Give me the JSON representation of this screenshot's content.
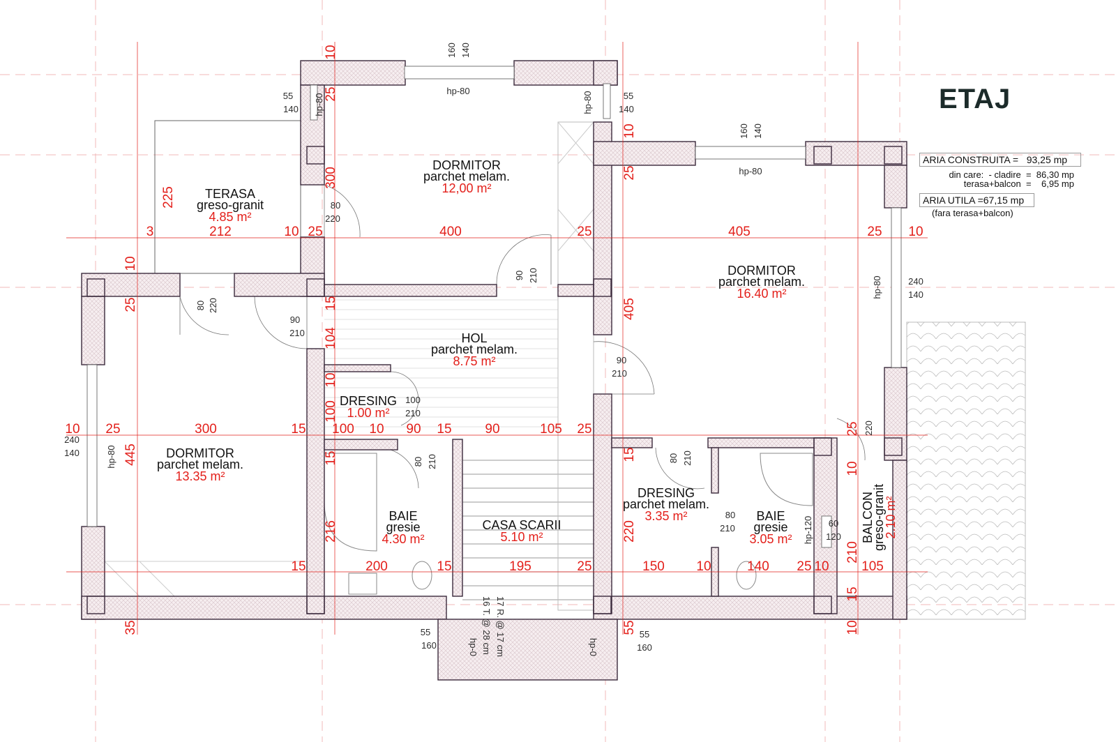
{
  "title": "ETAJ",
  "area_summary": {
    "built_area": "ARIA CONSTRUITA =   93,25 mp",
    "of_which_building": "din care:  - cladire  =  86,30 mp",
    "of_which_terrace": "terasa+balcon  =    6,95 mp",
    "usable_area": "ARIA UTILA =67,15 mp",
    "usable_note": "(fara terasa+balcon)"
  },
  "rooms": [
    {
      "name": "TERASA",
      "finish": "greso-granit",
      "area": "4.85 m²"
    },
    {
      "name": "DORMITOR",
      "finish": "parchet melam.",
      "area": "12,00 m²"
    },
    {
      "name": "DORMITOR",
      "finish": "parchet melam.",
      "area": "16.40 m²"
    },
    {
      "name": "HOL",
      "finish": "parchet melam.",
      "area": "8.75 m²"
    },
    {
      "name": "DRESING",
      "finish": "",
      "area": "1.00 m²"
    },
    {
      "name": "DORMITOR",
      "finish": "parchet melam.",
      "area": "13.35 m²"
    },
    {
      "name": "BAIE",
      "finish": "gresie",
      "area": "4.30 m²"
    },
    {
      "name": "CASA SCARII",
      "finish": "",
      "area": "5.10 m²"
    },
    {
      "name": "DRESING",
      "finish": "parchet melam.",
      "area": "3.35 m²"
    },
    {
      "name": "BAIE",
      "finish": "gresie",
      "area": "3.05 m²"
    },
    {
      "name": "BALCON",
      "finish": "greso-granit",
      "area": "2.10 m²"
    }
  ],
  "dimensions": [
    "3",
    "212",
    "10",
    "25",
    "400",
    "25",
    "405",
    "25",
    "10",
    "10",
    "25",
    "300",
    "15",
    "100",
    "10",
    "90",
    "15",
    "90",
    "105",
    "25",
    "15",
    "200",
    "15",
    "195",
    "25",
    "150",
    "10",
    "140",
    "25",
    "10",
    "105",
    "10",
    "25",
    "300",
    "10",
    "25",
    "445",
    "35",
    "15",
    "104",
    "10",
    "100",
    "15",
    "216",
    "10",
    "25",
    "405",
    "15",
    "220",
    "55",
    "225",
    "25",
    "10",
    "210",
    "15",
    "10"
  ],
  "annotations": [
    "55",
    "140",
    "55",
    "140",
    "160",
    "140",
    "hp-80",
    "hp-80",
    "hp-80",
    "160",
    "140",
    "hp-80",
    "80",
    "220",
    "90",
    "210",
    "80",
    "220",
    "90",
    "210",
    "90",
    "210",
    "100",
    "210",
    "240",
    "140",
    "hp-80",
    "240",
    "140",
    "hp-80",
    "80",
    "210",
    "80",
    "210",
    "80",
    "210",
    "hp-120",
    "60",
    "120",
    "220",
    "55",
    "160",
    "55",
    "160",
    "hp-0",
    "hp-0",
    "17 R. @ 17 cm",
    "16 T. @ 28 cm"
  ],
  "colors": {
    "dimension": "#e3201b",
    "wall": "#3b2a3c",
    "title": "#1c2b2a"
  }
}
